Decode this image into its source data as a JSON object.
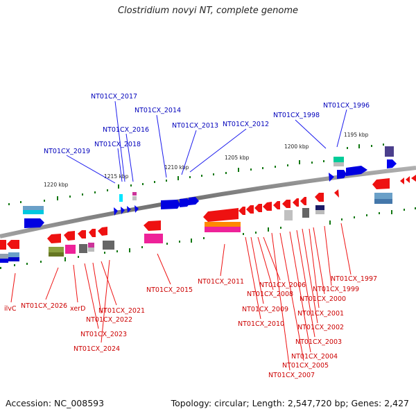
{
  "title": "Clostridium novyi NT, complete genome",
  "footer": {
    "accession": "Accession: NC_008593",
    "summary": "Topology: circular; Length: 2,547,720 bp; Genes: 2,427"
  },
  "colors": {
    "forward_label": "#0000bb",
    "reverse_label": "#cc0000",
    "backbone": "#808080",
    "tick": "#117711"
  },
  "scale_labels": [
    "1220 kbp",
    "1215 kbp",
    "1210 kbp",
    "1205 kbp",
    "1200 kbp",
    "1195 kbp"
  ],
  "forward_genes": [
    "NT01CX_2017",
    "NT01CX_2014",
    "NT01CX_2016",
    "NT01CX_2013",
    "NT01CX_2012",
    "NT01CX_1998",
    "NT01CX_1996",
    "NT01CX_2018",
    "NT01CX_2019"
  ],
  "reverse_genes": [
    "ilvC",
    "NT01CX_2026",
    "xerD",
    "NT01CX_2021",
    "NT01CX_2022",
    "NT01CX_2023",
    "NT01CX_2024",
    "NT01CX_2015",
    "NT01CX_2011",
    "NT01CX_2006",
    "NT01CX_2008",
    "NT01CX_2009",
    "NT01CX_2010",
    "NT01CX_1997",
    "NT01CX_1999",
    "NT01CX_2000",
    "NT01CX_2001",
    "NT01CX_2002",
    "NT01CX_2003",
    "NT01CX_2004",
    "NT01CX_2005",
    "NT01CX_2007"
  ]
}
